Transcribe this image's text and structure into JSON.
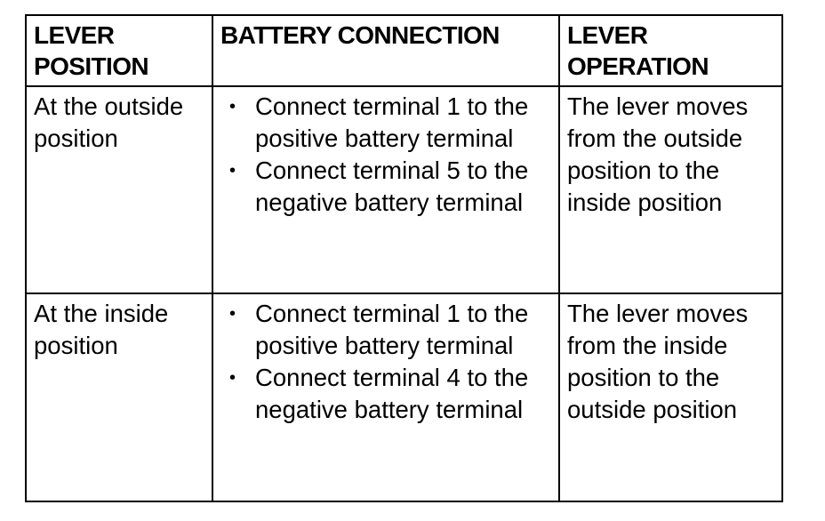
{
  "table": {
    "headers": [
      "LEVER POSITION",
      "BATTERY CONNECTION",
      "LEVER OPERATION"
    ],
    "rows": [
      {
        "position": "At the outside position",
        "connections": [
          "Connect terminal 1 to the positive battery terminal",
          "Connect terminal 5 to the negative battery terminal"
        ],
        "operation": "The lever moves from the outside position to the inside position"
      },
      {
        "position": "At the inside position",
        "connections": [
          "Connect terminal 1 to the positive battery terminal",
          "Connect terminal 4 to the negative battery terminal"
        ],
        "operation": "The lever moves from the inside position to the outside position"
      }
    ]
  }
}
